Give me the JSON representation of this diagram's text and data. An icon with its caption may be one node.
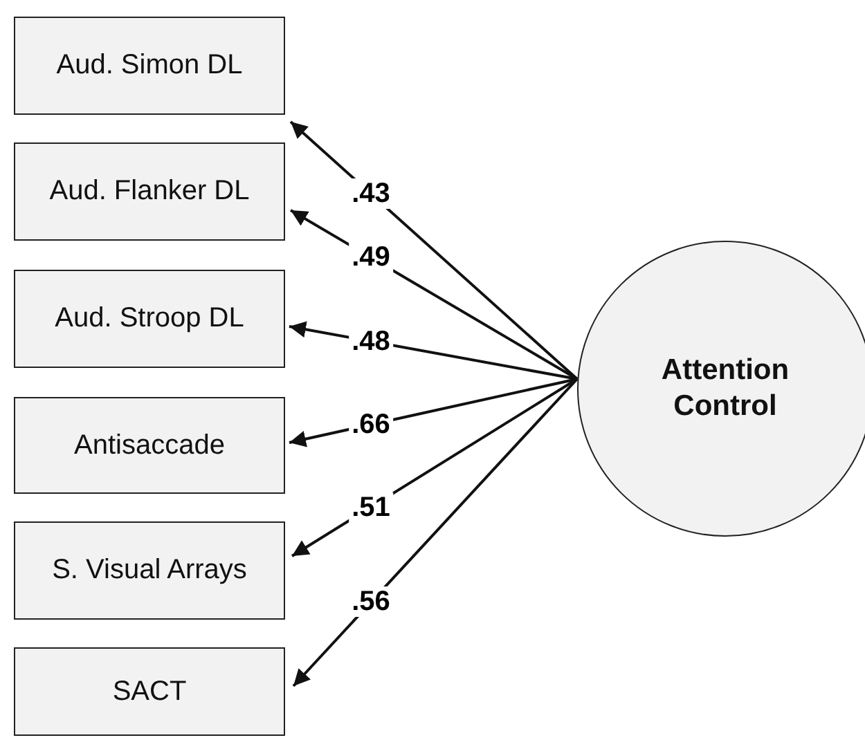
{
  "diagram": {
    "nodes": [
      {
        "text": [
          "Aud. Simon DL"
        ]
      },
      {
        "text": [
          "Aud. Flanker DL"
        ]
      },
      {
        "text": [
          "Aud. Stroop DL"
        ]
      },
      {
        "text": [
          "Antisaccade"
        ]
      },
      {
        "text": [
          "S. Visual Arrays"
        ]
      },
      {
        "text": [
          "SACT"
        ]
      },
      {
        "text": [
          "Attention Control"
        ]
      }
    ],
    "edges": [
      {
        "from": 6,
        "to": 0,
        "arrow": "to",
        "label": ".43"
      },
      {
        "from": 6,
        "to": 1,
        "arrow": "to",
        "label": ".49"
      },
      {
        "from": 6,
        "to": 2,
        "arrow": "to",
        "label": ".48"
      },
      {
        "from": 6,
        "to": 3,
        "arrow": "to",
        "label": ".66"
      },
      {
        "from": 6,
        "to": 4,
        "arrow": "to",
        "label": ".51"
      },
      {
        "from": 6,
        "to": 5,
        "arrow": "to",
        "label": ".56"
      }
    ]
  }
}
